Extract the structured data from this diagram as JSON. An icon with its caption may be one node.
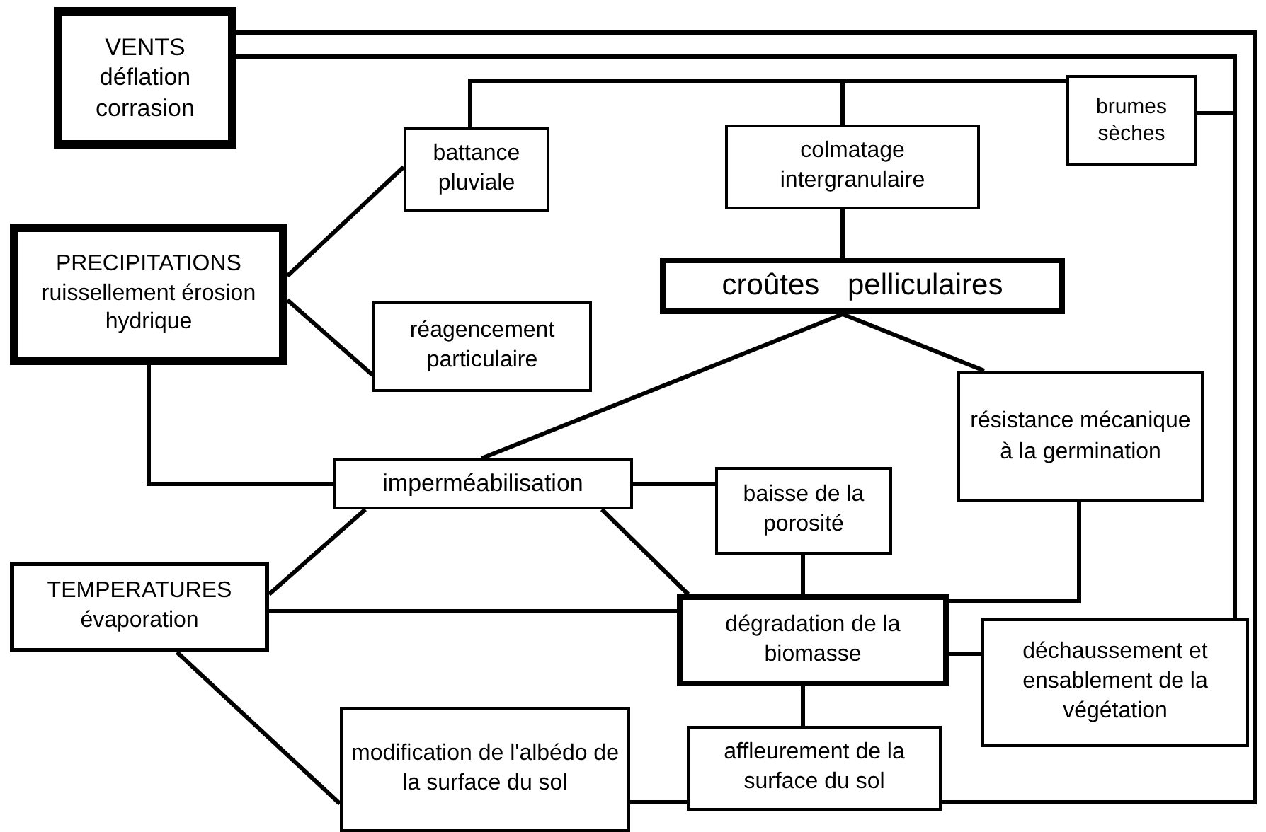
{
  "diagram": {
    "nodes": [
      {
        "text": [
          "VENTS déflation corrasion"
        ]
      },
      {
        "text": [
          "brumes sèches"
        ]
      },
      {
        "text": [
          "battance pluviale"
        ]
      },
      {
        "text": [
          "colmatage intergranulaire"
        ]
      },
      {
        "text": [
          "PRECIPITATIONS ruissellement érosion hydrique"
        ]
      },
      {
        "text": [
          "croûtes pelliculaires"
        ]
      },
      {
        "text": [
          "réagencement particulaire"
        ]
      },
      {
        "text": [
          "résistance mécanique à la germination"
        ]
      },
      {
        "text": [
          "imperméabilisation"
        ]
      },
      {
        "text": [
          "baisse de la porosité"
        ]
      },
      {
        "text": [
          "TEMPERATURES évaporation"
        ]
      },
      {
        "text": [
          "dégradation de la biomasse"
        ]
      },
      {
        "text": [
          "déchaussement et ensablement de la végétation"
        ]
      },
      {
        "text": [
          "modification de l'albédo de la surface du sol"
        ]
      },
      {
        "text": [
          "affleurement de la surface du sol"
        ]
      }
    ],
    "edges": [
      {
        "from": 0,
        "to": 12,
        "arrow": "none"
      },
      {
        "from": 0,
        "to": 14,
        "arrow": "none"
      },
      {
        "from": 1,
        "to": 12,
        "arrow": "none"
      },
      {
        "from": 2,
        "to": 1,
        "arrow": "none"
      },
      {
        "from": 3,
        "to": 1,
        "arrow": "none"
      },
      {
        "from": 3,
        "to": 5,
        "arrow": "none"
      },
      {
        "from": 4,
        "to": 2,
        "arrow": "none"
      },
      {
        "from": 4,
        "to": 6,
        "arrow": "none"
      },
      {
        "from": 4,
        "to": 8,
        "arrow": "none"
      },
      {
        "from": 5,
        "to": 8,
        "arrow": "none"
      },
      {
        "from": 5,
        "to": 7,
        "arrow": "none"
      },
      {
        "from": 8,
        "to": 9,
        "arrow": "none"
      },
      {
        "from": 8,
        "to": 11,
        "arrow": "none"
      },
      {
        "from": 10,
        "to": 8,
        "arrow": "none"
      },
      {
        "from": 10,
        "to": 11,
        "arrow": "none"
      },
      {
        "from": 10,
        "to": 13,
        "arrow": "none"
      },
      {
        "from": 9,
        "to": 11,
        "arrow": "none"
      },
      {
        "from": 7,
        "to": 11,
        "arrow": "none"
      },
      {
        "from": 11,
        "to": 12,
        "arrow": "none"
      },
      {
        "from": 11,
        "to": 14,
        "arrow": "none"
      },
      {
        "from": 13,
        "to": 14,
        "arrow": "none"
      }
    ]
  }
}
